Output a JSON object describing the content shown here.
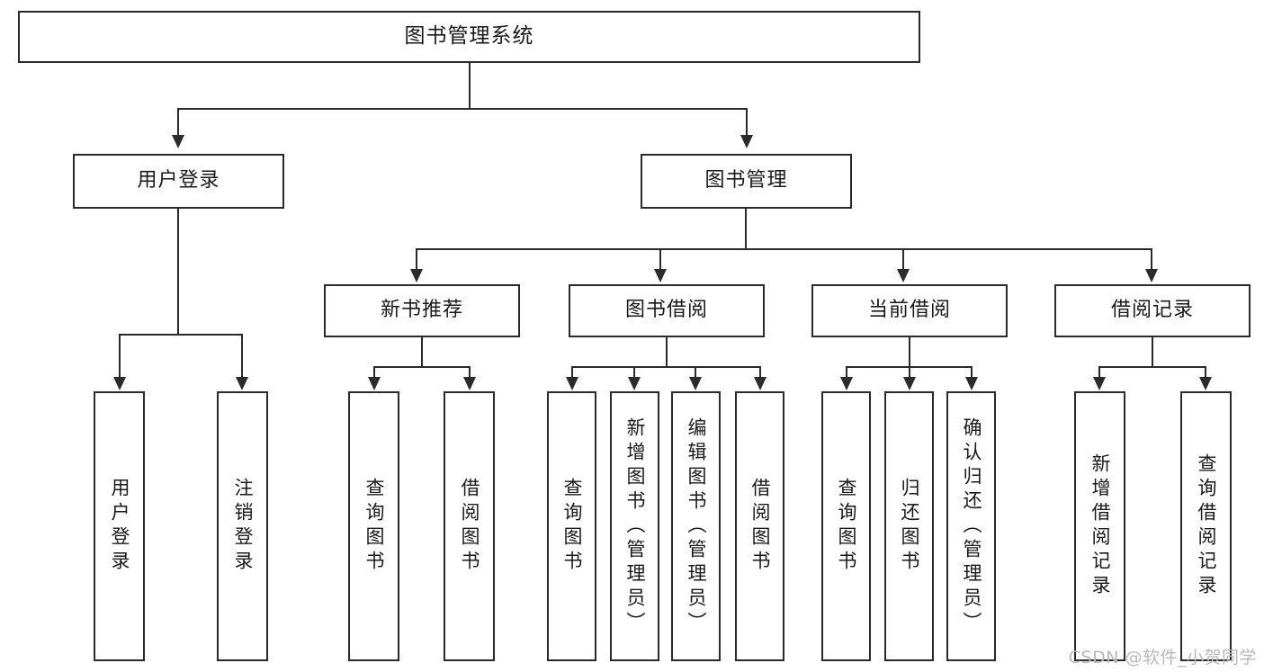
{
  "diagram": {
    "title": "图书管理系统",
    "type": "tree",
    "orientation": "top-down",
    "root": {
      "label": "图书管理系统",
      "children": [
        {
          "label": "用户登录",
          "children": [
            {
              "label": "用户登录",
              "orientation": "vertical"
            },
            {
              "label": "注销登录",
              "orientation": "vertical"
            }
          ]
        },
        {
          "label": "图书管理",
          "children": [
            {
              "label": "新书推荐",
              "children": [
                {
                  "label": "查询图书",
                  "orientation": "vertical"
                },
                {
                  "label": "借阅图书",
                  "orientation": "vertical"
                }
              ]
            },
            {
              "label": "图书借阅",
              "children": [
                {
                  "label": "查询图书",
                  "orientation": "vertical"
                },
                {
                  "label": "新增图书（管理员）",
                  "orientation": "vertical"
                },
                {
                  "label": "编辑图书（管理员）",
                  "orientation": "vertical"
                },
                {
                  "label": "借阅图书",
                  "orientation": "vertical"
                }
              ]
            },
            {
              "label": "当前借阅",
              "children": [
                {
                  "label": "查询图书",
                  "orientation": "vertical"
                },
                {
                  "label": "归还图书",
                  "orientation": "vertical"
                },
                {
                  "label": "确认归还（管理员）",
                  "orientation": "vertical"
                }
              ]
            },
            {
              "label": "借阅记录",
              "children": [
                {
                  "label": "新增借阅记录",
                  "orientation": "vertical"
                },
                {
                  "label": "查询借阅记录",
                  "orientation": "vertical"
                }
              ]
            }
          ]
        }
      ]
    }
  },
  "nodes": {
    "root": "图书管理系统",
    "l2": {
      "user_login": "用户登录",
      "book_manage": "图书管理"
    },
    "l3": {
      "new_book_rec": "新书推荐",
      "book_borrow": "图书借阅",
      "current_borrow": "当前借阅",
      "borrow_record": "借阅记录"
    },
    "leaf": {
      "user_login": "用户登录",
      "logout": "注销登录",
      "query_book_a": "查询图书",
      "borrow_book_a": "借阅图书",
      "query_book_b": "查询图书",
      "add_book": "新增图书（管理员）",
      "edit_book": "编辑图书（管理员）",
      "borrow_book_b": "借阅图书",
      "query_book_c": "查询图书",
      "return_book": "归还图书",
      "confirm_return": "确认归还（管理员）",
      "add_record": "新增借阅记录",
      "query_record": "查询借阅记录"
    }
  },
  "watermark": {
    "text": "CSDN @软件_小贺同学"
  },
  "colors": {
    "stroke": "#2b2b2b",
    "fill": "#ffffff",
    "text": "#1a1a1a",
    "watermark": "#b9b9b9"
  }
}
